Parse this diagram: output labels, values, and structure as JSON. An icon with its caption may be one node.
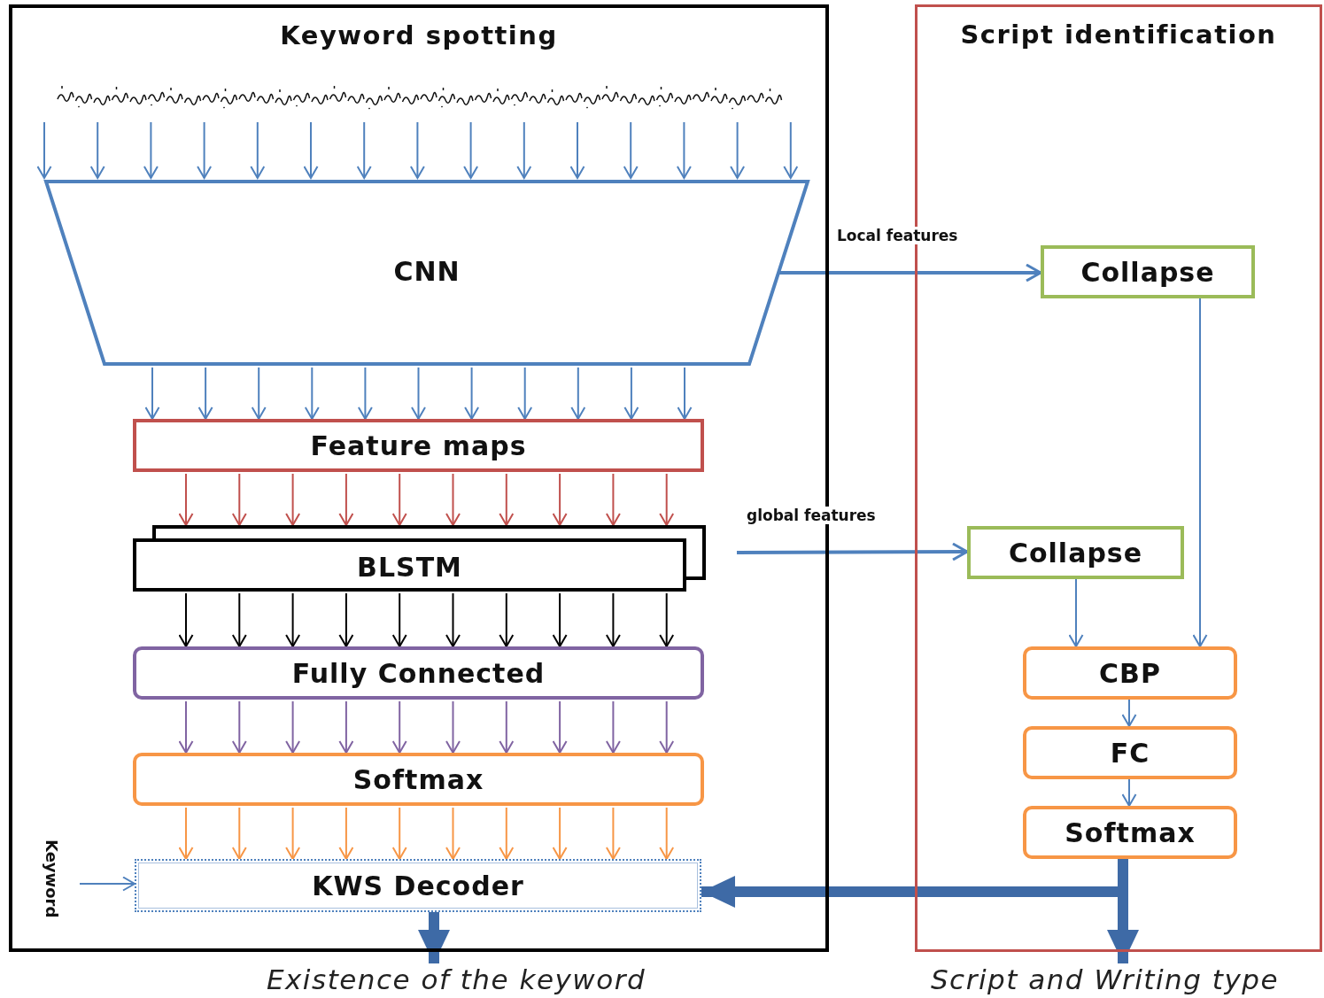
{
  "diagram": {
    "nodes": [
      {
        "text": [
          "Keyword spotting"
        ]
      },
      {
        "text": [
          "Script identification"
        ]
      },
      {
        "text": [],
        "shape": "picture",
        "in": 0
      },
      {
        "text": [
          "CNN"
        ],
        "in": 0
      },
      {
        "text": [
          "Feature maps"
        ],
        "in": 0
      },
      {
        "text": [
          "BLSTM"
        ],
        "in": 0
      },
      {
        "text": [
          "Fully Connected"
        ],
        "in": 0
      },
      {
        "text": [
          "Softmax"
        ],
        "in": 0
      },
      {
        "text": [
          "KWS Decoder"
        ],
        "in": 0
      },
      {
        "text": [
          "Keyword"
        ],
        "in": 0
      },
      {
        "text": [
          "Existence of the keyword"
        ]
      },
      {
        "text": [
          "Collapse"
        ],
        "in": 1
      },
      {
        "text": [
          "Collapse"
        ],
        "in": 1
      },
      {
        "text": [
          "CBP"
        ],
        "in": 1
      },
      {
        "text": [
          "FC"
        ],
        "in": 1
      },
      {
        "text": [
          "Softmax"
        ],
        "in": 1
      },
      {
        "text": [
          "Script and Writing type"
        ]
      }
    ],
    "edges": [
      {
        "from": 2,
        "to": 3,
        "arrow": "to"
      },
      {
        "from": 2,
        "to": 3,
        "arrow": "to"
      },
      {
        "from": 2,
        "to": 3,
        "arrow": "to"
      },
      {
        "from": 2,
        "to": 3,
        "arrow": "to"
      },
      {
        "from": 2,
        "to": 3,
        "arrow": "to"
      },
      {
        "from": 2,
        "to": 3,
        "arrow": "to"
      },
      {
        "from": 2,
        "to": 3,
        "arrow": "to"
      },
      {
        "from": 2,
        "to": 3,
        "arrow": "to"
      },
      {
        "from": 2,
        "to": 3,
        "arrow": "to"
      },
      {
        "from": 2,
        "to": 3,
        "arrow": "to"
      },
      {
        "from": 2,
        "to": 3,
        "arrow": "to"
      },
      {
        "from": 2,
        "to": 3,
        "arrow": "to"
      },
      {
        "from": 2,
        "to": 3,
        "arrow": "to"
      },
      {
        "from": 2,
        "to": 3,
        "arrow": "to"
      },
      {
        "from": 2,
        "to": 3,
        "arrow": "to"
      },
      {
        "from": 3,
        "to": 4,
        "arrow": "to"
      },
      {
        "from": 3,
        "to": 4,
        "arrow": "to"
      },
      {
        "from": 3,
        "to": 4,
        "arrow": "to"
      },
      {
        "from": 3,
        "to": 4,
        "arrow": "to"
      },
      {
        "from": 3,
        "to": 4,
        "arrow": "to"
      },
      {
        "from": 3,
        "to": 4,
        "arrow": "to"
      },
      {
        "from": 3,
        "to": 4,
        "arrow": "to"
      },
      {
        "from": 3,
        "to": 4,
        "arrow": "to"
      },
      {
        "from": 3,
        "to": 4,
        "arrow": "to"
      },
      {
        "from": 3,
        "to": 4,
        "arrow": "to"
      },
      {
        "from": 3,
        "to": 4,
        "arrow": "to"
      },
      {
        "from": 4,
        "to": 5,
        "arrow": "to",
        "color": "#c0504d"
      },
      {
        "from": 4,
        "to": 5,
        "arrow": "to",
        "color": "#c0504d"
      },
      {
        "from": 4,
        "to": 5,
        "arrow": "to",
        "color": "#c0504d"
      },
      {
        "from": 4,
        "to": 5,
        "arrow": "to",
        "color": "#c0504d"
      },
      {
        "from": 4,
        "to": 5,
        "arrow": "to",
        "color": "#c0504d"
      },
      {
        "from": 4,
        "to": 5,
        "arrow": "to",
        "color": "#c0504d"
      },
      {
        "from": 4,
        "to": 5,
        "arrow": "to",
        "color": "#c0504d"
      },
      {
        "from": 4,
        "to": 5,
        "arrow": "to",
        "color": "#c0504d"
      },
      {
        "from": 4,
        "to": 5,
        "arrow": "to",
        "color": "#c0504d"
      },
      {
        "from": 4,
        "to": 5,
        "arrow": "to",
        "color": "#c0504d"
      },
      {
        "from": 5,
        "to": 6,
        "arrow": "to",
        "color": "#000000"
      },
      {
        "from": 5,
        "to": 6,
        "arrow": "to",
        "color": "#000000"
      },
      {
        "from": 5,
        "to": 6,
        "arrow": "to",
        "color": "#000000"
      },
      {
        "from": 5,
        "to": 6,
        "arrow": "to",
        "color": "#000000"
      },
      {
        "from": 5,
        "to": 6,
        "arrow": "to",
        "color": "#000000"
      },
      {
        "from": 5,
        "to": 6,
        "arrow": "to",
        "color": "#000000"
      },
      {
        "from": 5,
        "to": 6,
        "arrow": "to",
        "color": "#000000"
      },
      {
        "from": 5,
        "to": 6,
        "arrow": "to",
        "color": "#000000"
      },
      {
        "from": 5,
        "to": 6,
        "arrow": "to",
        "color": "#000000"
      },
      {
        "from": 5,
        "to": 6,
        "arrow": "to",
        "color": "#000000"
      },
      {
        "from": 6,
        "to": 7,
        "arrow": "to",
        "color": "#8064a2"
      },
      {
        "from": 6,
        "to": 7,
        "arrow": "to",
        "color": "#8064a2"
      },
      {
        "from": 6,
        "to": 7,
        "arrow": "to",
        "color": "#8064a2"
      },
      {
        "from": 6,
        "to": 7,
        "arrow": "to",
        "color": "#8064a2"
      },
      {
        "from": 6,
        "to": 7,
        "arrow": "to",
        "color": "#8064a2"
      },
      {
        "from": 6,
        "to": 7,
        "arrow": "to",
        "color": "#8064a2"
      },
      {
        "from": 6,
        "to": 7,
        "arrow": "to",
        "color": "#8064a2"
      },
      {
        "from": 6,
        "to": 7,
        "arrow": "to",
        "color": "#8064a2"
      },
      {
        "from": 6,
        "to": 7,
        "arrow": "to",
        "color": "#8064a2"
      },
      {
        "from": 6,
        "to": 7,
        "arrow": "to",
        "color": "#8064a2"
      },
      {
        "from": 7,
        "to": 8,
        "arrow": "to",
        "color": "#f79646"
      },
      {
        "from": 7,
        "to": 8,
        "arrow": "to",
        "color": "#f79646"
      },
      {
        "from": 7,
        "to": 8,
        "arrow": "to",
        "color": "#f79646"
      },
      {
        "from": 7,
        "to": 8,
        "arrow": "to",
        "color": "#f79646"
      },
      {
        "from": 7,
        "to": 8,
        "arrow": "to",
        "color": "#f79646"
      },
      {
        "from": 7,
        "to": 8,
        "arrow": "to",
        "color": "#f79646"
      },
      {
        "from": 7,
        "to": 8,
        "arrow": "to",
        "color": "#f79646"
      },
      {
        "from": 7,
        "to": 8,
        "arrow": "to",
        "color": "#f79646"
      },
      {
        "from": 7,
        "to": 8,
        "arrow": "to",
        "color": "#f79646"
      },
      {
        "from": 7,
        "to": 8,
        "arrow": "to",
        "color": "#f79646"
      },
      {
        "from": 9,
        "to": 8,
        "arrow": "to"
      },
      {
        "from": 8,
        "to": 10,
        "arrow": "to",
        "style": "thick",
        "color": "#3e6aa6"
      },
      {
        "from": 3,
        "to": 11,
        "arrow": "to",
        "label": "Local features"
      },
      {
        "from": 5,
        "to": 12,
        "arrow": "to",
        "label": "global features"
      },
      {
        "from": 11,
        "to": 13,
        "arrow": "to"
      },
      {
        "from": 12,
        "to": 13,
        "arrow": "to"
      },
      {
        "from": 13,
        "to": 14,
        "arrow": "to"
      },
      {
        "from": 14,
        "to": 15,
        "arrow": "to"
      },
      {
        "from": 15,
        "to": 8,
        "arrow": "to",
        "style": "thick",
        "color": "#3e6aa6"
      },
      {
        "from": 15,
        "to": 16,
        "arrow": "to",
        "style": "thick",
        "color": "#3e6aa6"
      }
    ]
  }
}
